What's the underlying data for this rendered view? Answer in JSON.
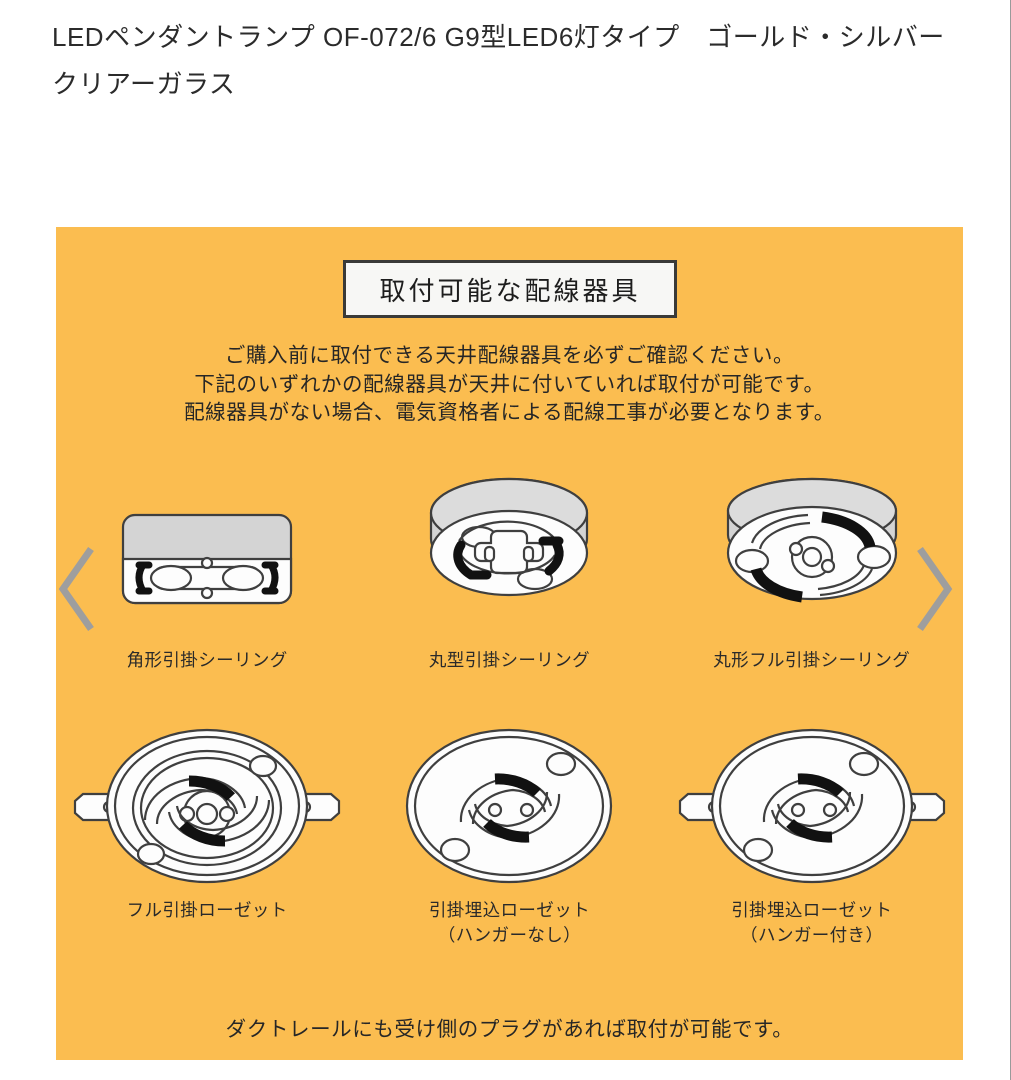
{
  "product": {
    "title": "LEDペンダントランプ OF-072/6 G9型LED6灯タイプ　ゴールド・シルバー クリアーガラス"
  },
  "panel": {
    "background_color": "#fbbd50",
    "header": {
      "label": "取付可能な配線器具"
    },
    "description_lines": [
      "ご購入前に取付できる天井配線器具を必ずご確認ください。",
      "下記のいずれかの配線器具が天井に付いていれば取付が可能です。",
      "配線器具がない場合、電気資格者による配線工事が必要となります。"
    ],
    "footer": "ダクトレールにも受け側のプラグがあれば取付が可能です。",
    "items": [
      {
        "id": "square-hook-ceiling",
        "caption": "角形引掛シーリング",
        "sub_caption": ""
      },
      {
        "id": "round-hook-ceiling",
        "caption": "丸型引掛シーリング",
        "sub_caption": ""
      },
      {
        "id": "round-full-hook-ceiling",
        "caption": "丸形フル引掛シーリング",
        "sub_caption": ""
      },
      {
        "id": "full-hook-rosette",
        "caption": "フル引掛ローゼット",
        "sub_caption": ""
      },
      {
        "id": "flush-rosette-no-hanger",
        "caption": "引掛埋込ローゼット",
        "sub_caption": "（ハンガーなし）"
      },
      {
        "id": "flush-rosette-with-hanger",
        "caption": "引掛埋込ローゼット",
        "sub_caption": "（ハンガー付き）"
      }
    ]
  },
  "carousel": {
    "prev_label": "前の画像",
    "next_label": "次の画像",
    "arrow_color": "#9e9e9e"
  },
  "colors": {
    "panel_orange": "#fbbd50",
    "text_dark": "#262626",
    "device_gray": "#d2d2d2",
    "device_white": "#fdfdfd",
    "outline": "#3f3f3f"
  }
}
